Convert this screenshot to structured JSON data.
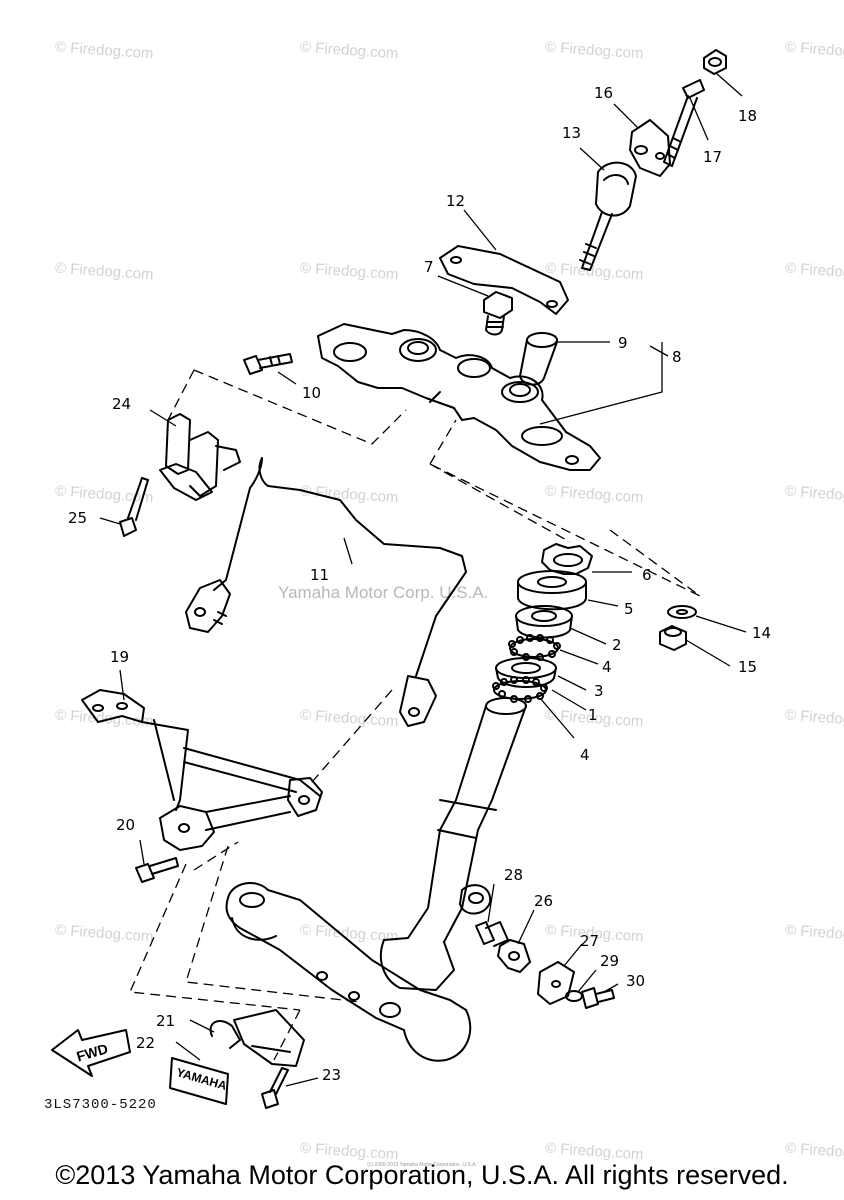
{
  "watermark_text": "© Firedog.com",
  "corp_watermark": "Yamaha Motor Corp. U.S.A.",
  "diagram_code": "3LS7300-5220",
  "fwd_label": "FWD",
  "decal_label": "YAMAHA",
  "copyright": "©2013 Yamaha Motor Corporation, U.S.A. All rights reserved.",
  "tiny_copyright": "(c) 2000-2013 Yamaha Motor Corporation, U.S.A.",
  "callouts": {
    "n1": "1",
    "n2": "2",
    "n3": "3",
    "n4a": "4",
    "n4b": "4",
    "n5": "5",
    "n6": "6",
    "n7": "7",
    "n8": "8",
    "n9": "9",
    "n10": "10",
    "n11": "11",
    "n12": "12",
    "n13": "13",
    "n14": "14",
    "n15": "15",
    "n16": "16",
    "n17": "17",
    "n18": "18",
    "n19": "19",
    "n20": "20",
    "n21": "21",
    "n22": "22",
    "n23": "23",
    "n24": "24",
    "n25": "25",
    "n26": "26",
    "n27": "27",
    "n28": "28",
    "n29": "29",
    "n30": "30"
  }
}
